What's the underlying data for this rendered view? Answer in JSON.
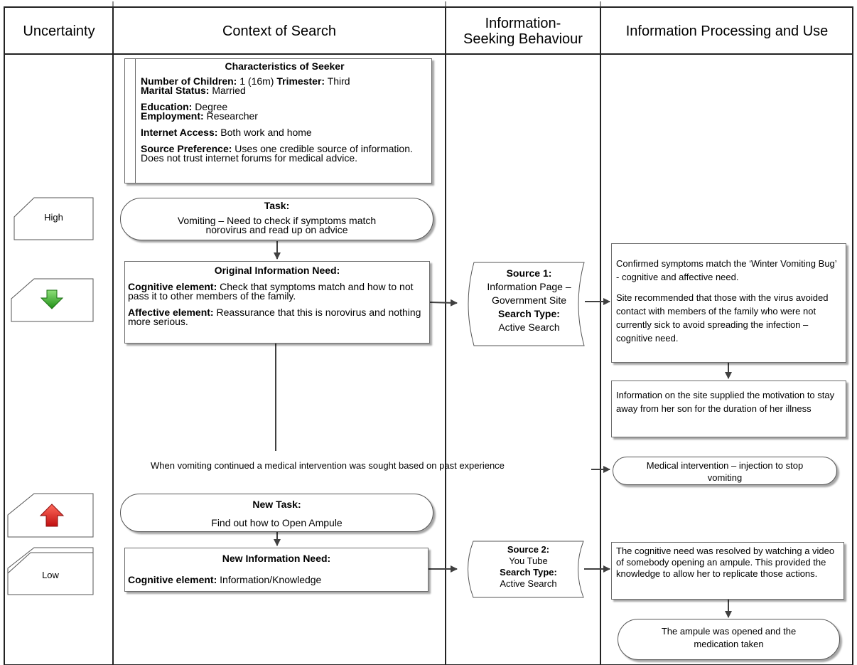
{
  "headers": {
    "uncertainty": "Uncertainty",
    "context": "Context of Search",
    "behaviour": "Information-\nSeeking Behaviour",
    "processing": "Information Processing and Use"
  },
  "seeker": {
    "title": "Characteristics of Seeker",
    "children_label": "Number of Children:",
    "children_value": " 1 (16m) ",
    "trimester_label": "Trimester:",
    "trimester_value": " Third",
    "marital_label": "Marital Status:",
    "marital_value": " Married",
    "education_label": "Education:",
    "education_value": " Degree",
    "employment_label": "Employment:",
    "employment_value": " Researcher",
    "internet_label": "Internet Access:",
    "internet_value": " Both work and home",
    "source_label": "Source Preference:",
    "source_value": " Uses one credible source of information. Does not trust internet forums for medical advice."
  },
  "task": {
    "title": "Task:",
    "body": "Vomiting – Need to check if symptoms match norovirus and read up on advice"
  },
  "original_need": {
    "title": "Original Information Need:",
    "cog_label": "Cognitive element:",
    "cog_value": " Check that symptoms match and how to not pass it to other members of the family.",
    "aff_label": "Affective element:",
    "aff_value": "  Reassurance that this is norovirus and nothing more serious."
  },
  "source1": {
    "title": "Source 1:",
    "line1": "Information Page –",
    "line2": "Government Site",
    "type_label": "Search Type:",
    "type_value": "Active Search"
  },
  "proc1": {
    "p1": "Confirmed symptoms match the ‘Winter Vomiting Bug’ - cognitive and affective need.",
    "p2": "Site recommended that those with the virus avoided contact with members of the family who were not currently sick to avoid spreading the infection – cognitive need."
  },
  "proc2": {
    "text": "Information on the site supplied the motivation to stay away from her son for the duration of her illness"
  },
  "intervention_note": "When vomiting continued a medical intervention was sought based on past experience",
  "intervention": "Medical intervention – injection to stop vomiting",
  "new_task": {
    "title": "New Task:",
    "body": "Find out how to Open Ampule"
  },
  "new_need": {
    "title": "New Information Need:",
    "cog_label": "Cognitive element:",
    "cog_value": " Information/Knowledge"
  },
  "source2": {
    "title": "Source 2:",
    "line1": "You Tube",
    "type_label": "Search Type:",
    "type_value": "Active Search"
  },
  "proc3": {
    "text": "The cognitive need was resolved by watching a video of somebody opening an ampule. This provided the knowledge to allow her to replicate those actions."
  },
  "outcome": "The ampule was opened and the medication taken",
  "levels": {
    "high": "High",
    "low": "Low"
  },
  "colors": {
    "down_arrow": "#3aa52d",
    "up_arrow": "#e02020",
    "lines": "#404040"
  }
}
